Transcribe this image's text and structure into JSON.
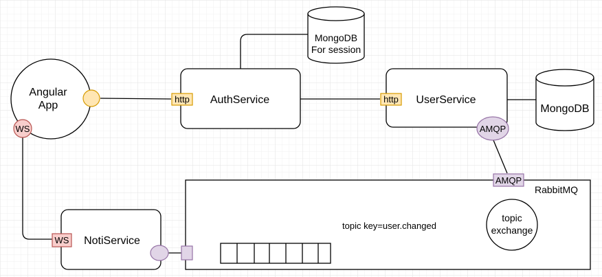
{
  "nodes": {
    "angular_app": "Angular\nApp",
    "auth_service": "AuthService",
    "user_service": "UserService",
    "noti_service": "NotiService",
    "mongodb_session": "MongoDB\nFor session",
    "mongodb_user": "MongoDB",
    "rabbitmq": "RabbitMQ",
    "topic_exchange": "topic\nexchange"
  },
  "ports": {
    "auth_http": "http",
    "user_http": "http",
    "user_amqp": "AMQP",
    "rabbit_amqp": "AMQP",
    "angular_ws": "WS",
    "noti_ws": "WS"
  },
  "edges": {
    "topic_key": "topic key=user.changed"
  },
  "colors": {
    "http_fill": "#ffe6b3",
    "http_stroke": "#d79b00",
    "ws_fill": "#f8cecc",
    "ws_stroke": "#b85450",
    "amqp_fill": "#e1d5e7",
    "amqp_stroke": "#9673a6"
  }
}
